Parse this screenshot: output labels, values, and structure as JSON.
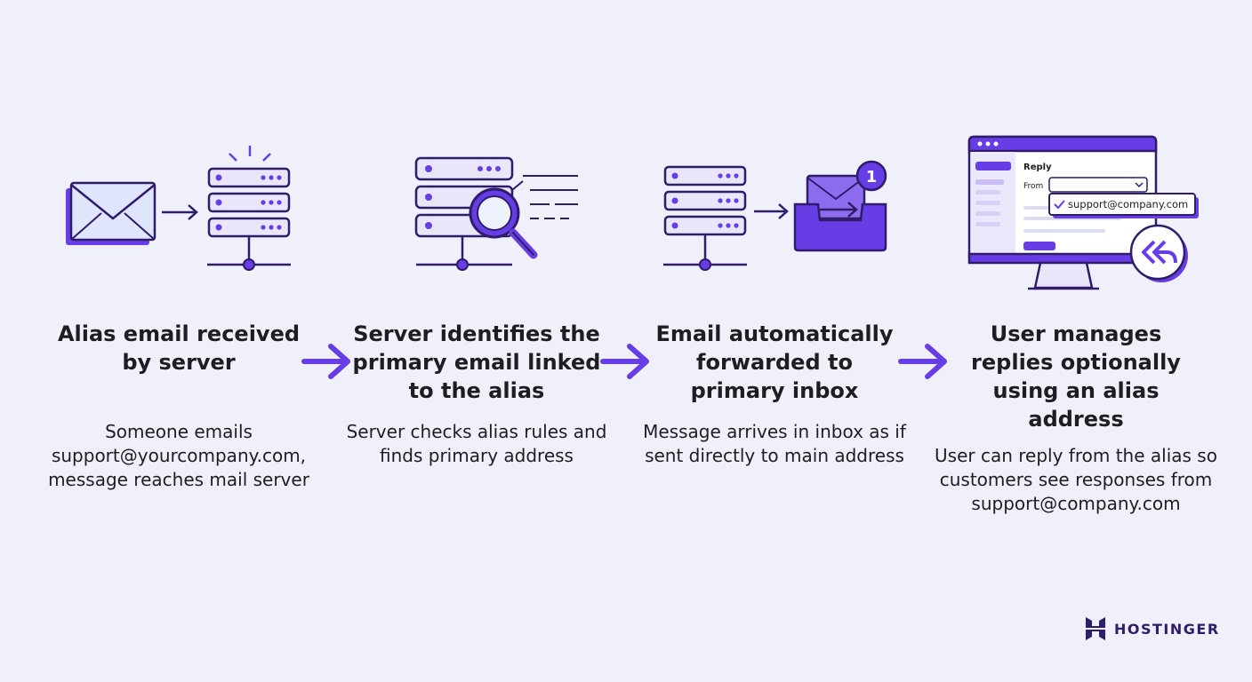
{
  "colors": {
    "background": "#f0f0fb",
    "accent": "#673de6",
    "accent_light": "#e3dcfb",
    "outline": "#2f1c6a",
    "text": "#1d1e20"
  },
  "steps": [
    {
      "icon": "envelope-to-server-icon",
      "title": "Alias email received by server",
      "description": "Someone emails support@yourcompany.com, message reaches mail server"
    },
    {
      "icon": "server-magnifier-icon",
      "title": "Server identifies the primary email linked to the alias",
      "description": "Server checks alias rules and finds primary address"
    },
    {
      "icon": "server-to-inbox-icon",
      "title": "Email automatically forwarded to primary inbox",
      "description": "Message arrives in inbox as if sent directly to main address",
      "badge": "1"
    },
    {
      "icon": "reply-monitor-icon",
      "title": "User manages replies optionally using an alias address",
      "description": "User can reply from the alias so customers see responses from support@company.com",
      "mock_reply_label": "Reply",
      "mock_from_label": "From",
      "mock_selected_alias": "support@company.com"
    }
  ],
  "brand": {
    "name": "HOSTINGER"
  }
}
